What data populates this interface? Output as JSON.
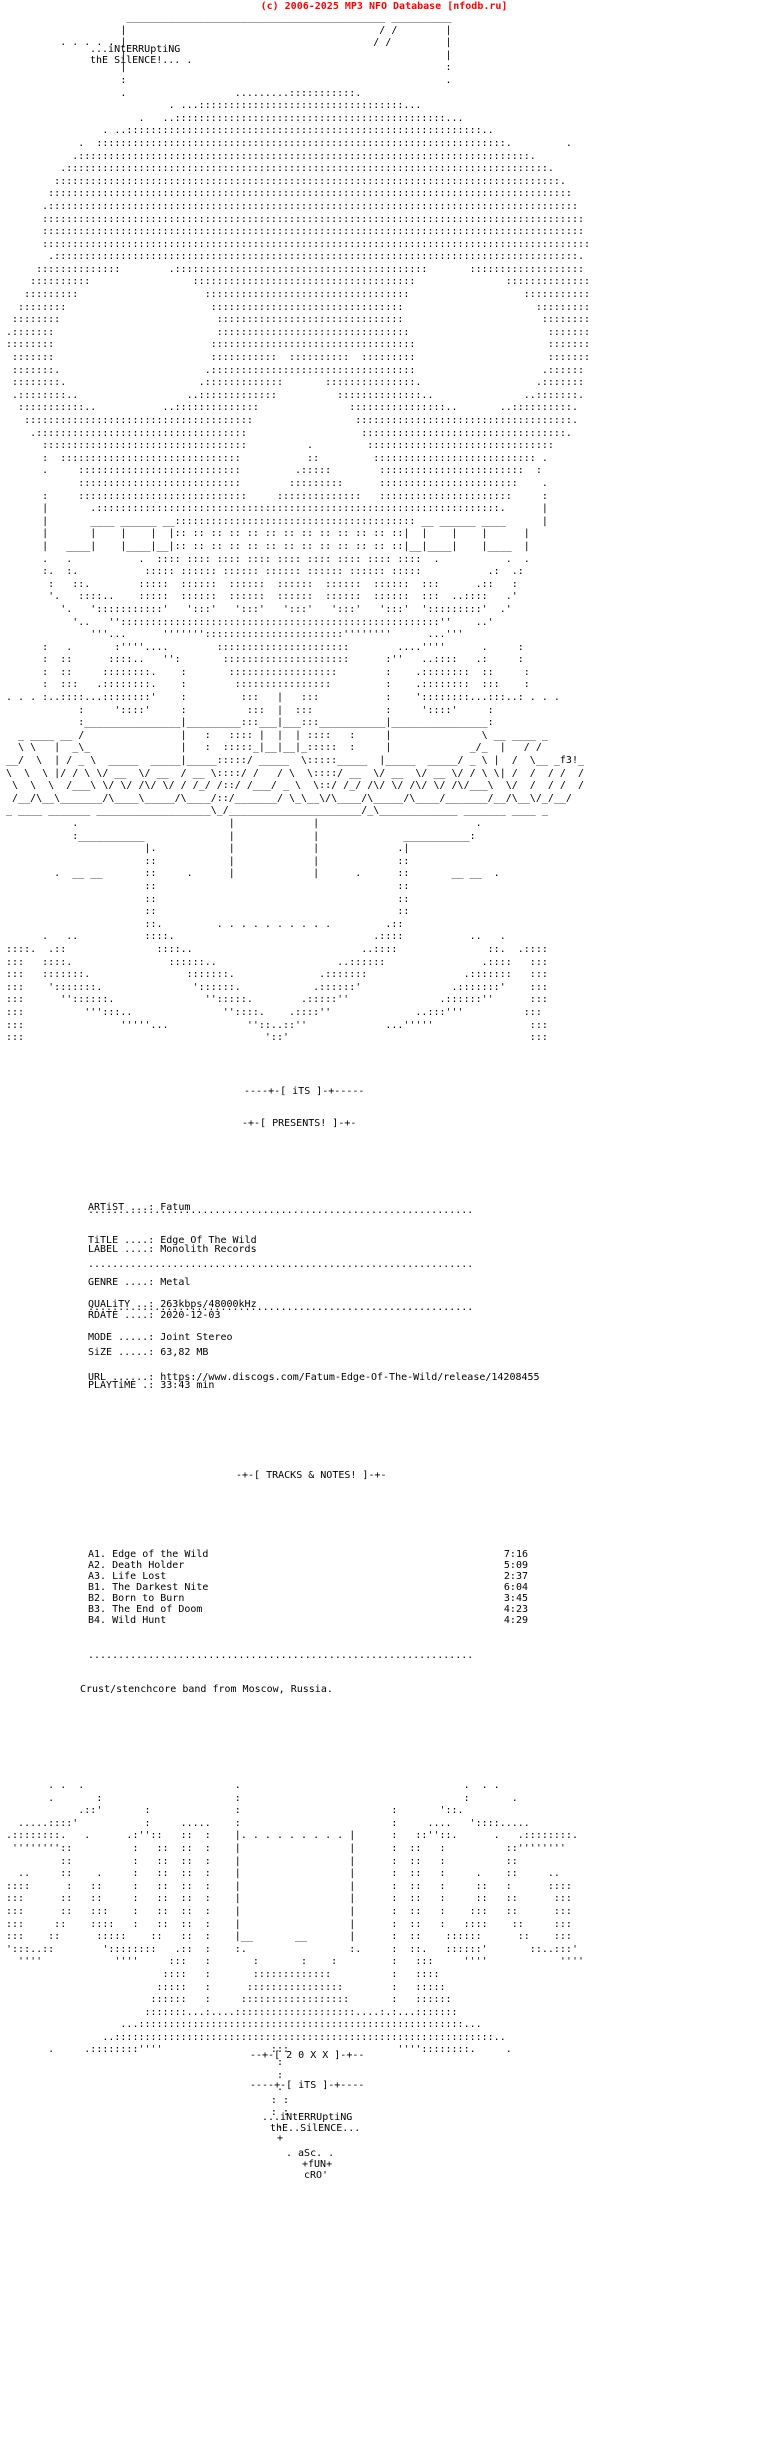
{
  "header": {
    "title": "(c) 2006-2025 MP3 NFO Database [nfodb.ru]",
    "color": "#ff0000"
  },
  "group": {
    "name_line1": "...iNtERRUptiNG",
    "name_line2": "thE SilENCE!... .",
    "tag": "f3!"
  },
  "banner": {
    "its": "----+-[ iTS ]-+-----",
    "presents": "-+-[ PRESENTS! ]-+-",
    "tracks_notes": "-+-[ TRACKS & NOTES! ]-+-"
  },
  "release": {
    "artist_label": "ARTiST ...:",
    "artist": "Fatum",
    "title_label": "TiTLE ....:",
    "title": "Edge Of The Wild",
    "label_label": "LABEL ....:",
    "label": "Monolith Records",
    "genre_label": "GENRE ....:",
    "genre": "Metal",
    "rdate_label": "RDATE ....:",
    "rdate": "2020-12-03",
    "quality_label": "QUALiTY ..:",
    "quality": "263kbps/48000kHz",
    "mode_label": "MODE .....:",
    "mode": "Joint Stereo",
    "size_label": "SiZE .....:",
    "size": "63,82 MB",
    "playtime_label": "PLAYTiME .:",
    "playtime": "33:43 min",
    "url_label": "URL ......:",
    "url": "https://www.discogs.com/Fatum-Edge-Of-The-Wild/release/14208455"
  },
  "tracks": [
    {
      "no": "A1.",
      "title": "Edge of the Wild",
      "time": "7:16"
    },
    {
      "no": "A2.",
      "title": "Death Holder",
      "time": "5:09"
    },
    {
      "no": "A3.",
      "title": "Life Lost",
      "time": "2:37"
    },
    {
      "no": "B1.",
      "title": "The Darkest Nite",
      "time": "6:04"
    },
    {
      "no": "B2.",
      "title": "Born to Burn",
      "time": "3:45"
    },
    {
      "no": "B3.",
      "title": "The End of Doom",
      "time": "4:23"
    },
    {
      "no": "B4.",
      "title": "Wild Hunt",
      "time": "4:29"
    }
  ],
  "notes": "Crust/stenchcore band from Moscow, Russia.",
  "footer": {
    "year": "--+-[ 2 0 X X ]-+--",
    "its": "----+-[ iTS ]-+----",
    "name_line1": "...iNtERRUptiNG",
    "name_line2": "thE..SilENCE...",
    "credit1": ". aSc. .",
    "credit2": "+fUN+",
    "credit3": "cRO'"
  }
}
